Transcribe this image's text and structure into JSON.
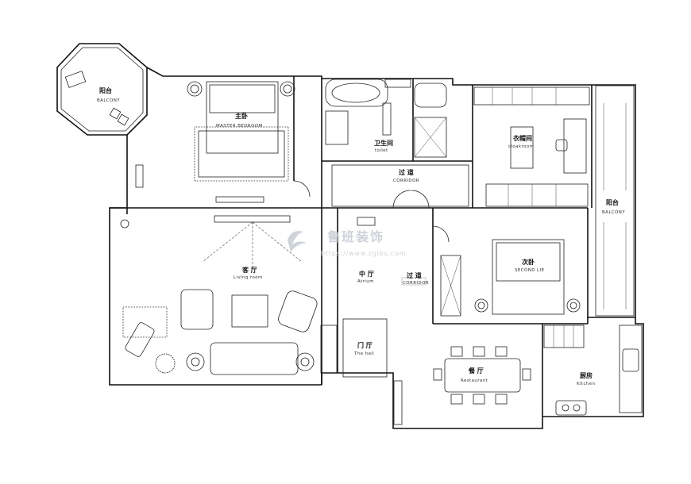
{
  "rooms": {
    "balcony_left": {
      "zh": "阳台",
      "en": "BALCONY"
    },
    "master_bedroom": {
      "zh": "主卧",
      "en": "MASTER BEDROOM"
    },
    "toilet": {
      "zh": "卫生间",
      "en": "toilet"
    },
    "cloakroom": {
      "zh": "衣帽间",
      "en": "cloakroom"
    },
    "corridor_top": {
      "zh": "过 道",
      "en": "CORRIDOR"
    },
    "balcony_right": {
      "zh": "阳台",
      "en": "BALCONY"
    },
    "living_room": {
      "zh": "客 厅",
      "en": "Living room"
    },
    "atrium": {
      "zh": "中 厅",
      "en": "Atrium"
    },
    "corridor_mid": {
      "zh": "过 道",
      "en": "CORRIDOR"
    },
    "second_bedroom": {
      "zh": "次卧",
      "en": "SECOND LIE"
    },
    "hall": {
      "zh": "门 厅",
      "en": "The hall"
    },
    "restaurant": {
      "zh": "餐 厅",
      "en": "Restaurant"
    },
    "kitchen": {
      "zh": "厨房",
      "en": "Kitchen"
    }
  },
  "watermark": {
    "zh": "鲁班装饰",
    "url": "https://www.zglbs.com"
  },
  "colors": {
    "wall": "#111111",
    "watermark": "#c9cfd6",
    "highlight": "#a9cdea"
  }
}
